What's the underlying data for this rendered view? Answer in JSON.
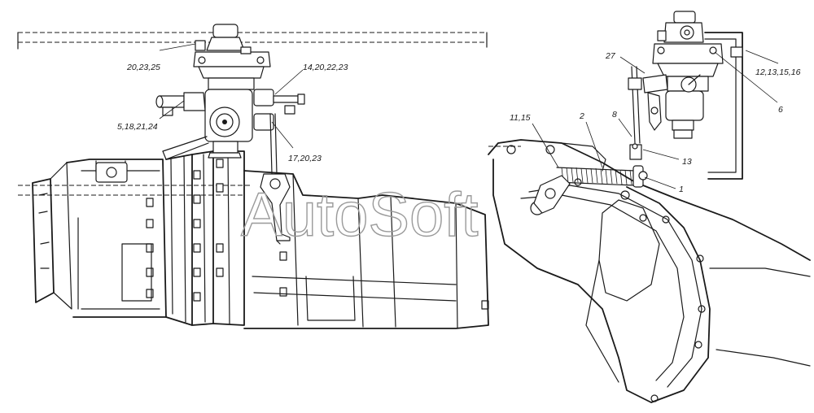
{
  "watermark": "AutoSoft",
  "callouts": {
    "c1": "20,23,25",
    "c2": "14,20,22,23",
    "c3": "5,18,21,24",
    "c4": "17,20,23",
    "c5": "27",
    "c6": "12,13,15,16",
    "c7": "6",
    "c8": "11,15",
    "c9": "2",
    "c10": "8",
    "c11": "13",
    "c12": "1"
  }
}
